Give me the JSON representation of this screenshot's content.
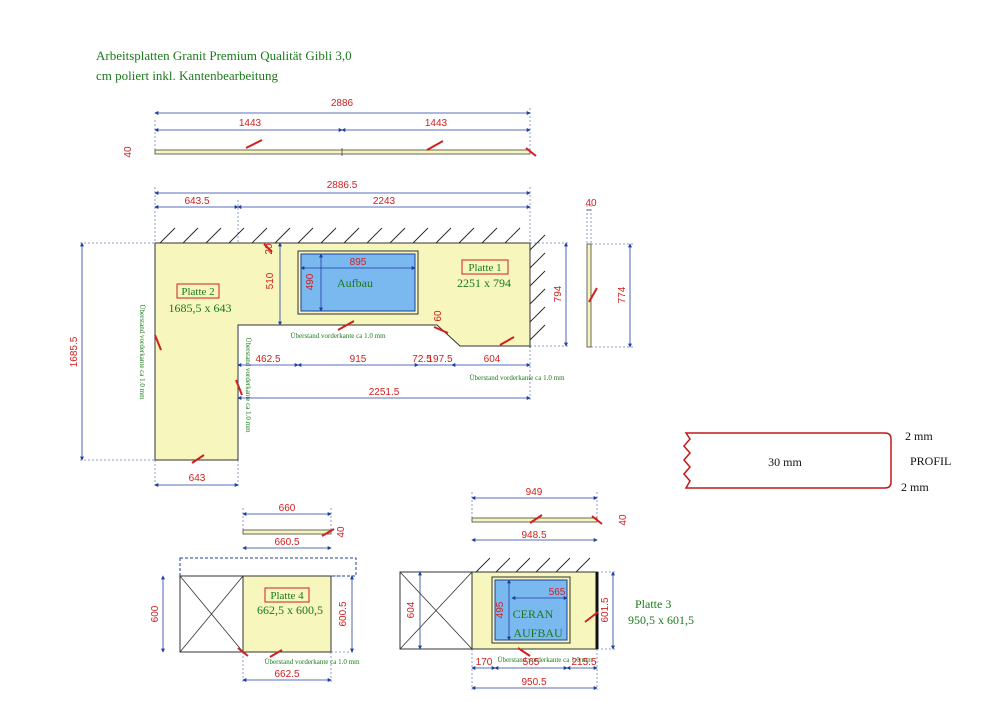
{
  "title": {
    "line1": "Arbeitsplatten Granit Premium Qualität Gibli 3,0",
    "line2": "cm poliert inkl. Kantenbearbeitung"
  },
  "dims": {
    "top_total": "2886",
    "top_left": "1443",
    "top_right": "1443",
    "top_thick": "40",
    "main_total": "2886.5",
    "main_left": "643.5",
    "main_right": "2243",
    "side_thick": "40",
    "sink_w": "895",
    "sink_h": "490",
    "back_h": "510",
    "small_20": "20",
    "small_60": "60",
    "p1_depth": "794",
    "side_depth": "774",
    "d_4625": "462.5",
    "d_915": "915",
    "d_725": "72.5",
    "d_1975": "197.5",
    "d_604": "604",
    "d_22515": "2251.5",
    "d_16855": "1685.5",
    "d_643": "643",
    "p4_top": "660",
    "p4_thick": "40",
    "p4_w": "660.5",
    "p4_h": "600.5",
    "p4_left": "600",
    "p4_bottom": "662.5",
    "p3_top": "949",
    "p3_thick": "40",
    "p3_w": "948.5",
    "p3_cook_w": "565",
    "p3_cook_h": "495",
    "p3_left": "604",
    "p3_right": "601.5",
    "p3_b1": "170",
    "p3_b2": "565",
    "p3_b3": "215.5",
    "p3_bottom": "950.5"
  },
  "labels": {
    "p1_name": "Platte 1",
    "p1_size": "2251 x 794",
    "p2_name": "Platte 2",
    "p2_size": "1685,5 x 643",
    "p3_name": "Platte 3",
    "p3_size": "950,5 x 601,5",
    "p4_name": "Platte 4",
    "p4_size": "662,5 x 600,5",
    "aufbau": "Aufbau",
    "ceran": "CERAN",
    "ceran_aufbau": "AUFBAU",
    "overhang": "Überstand vorderkante ca 1.0 mm"
  },
  "profile": {
    "thickness": "30 mm",
    "radius_top": "2 mm",
    "radius_bottom": "2 mm",
    "label": "PROFIL"
  },
  "colors": {
    "slab": "#f6f6bd",
    "sink": "#7ab8f0",
    "dim": "#d02020",
    "label": "#1a7a1a",
    "profile_line": "#c01818"
  }
}
